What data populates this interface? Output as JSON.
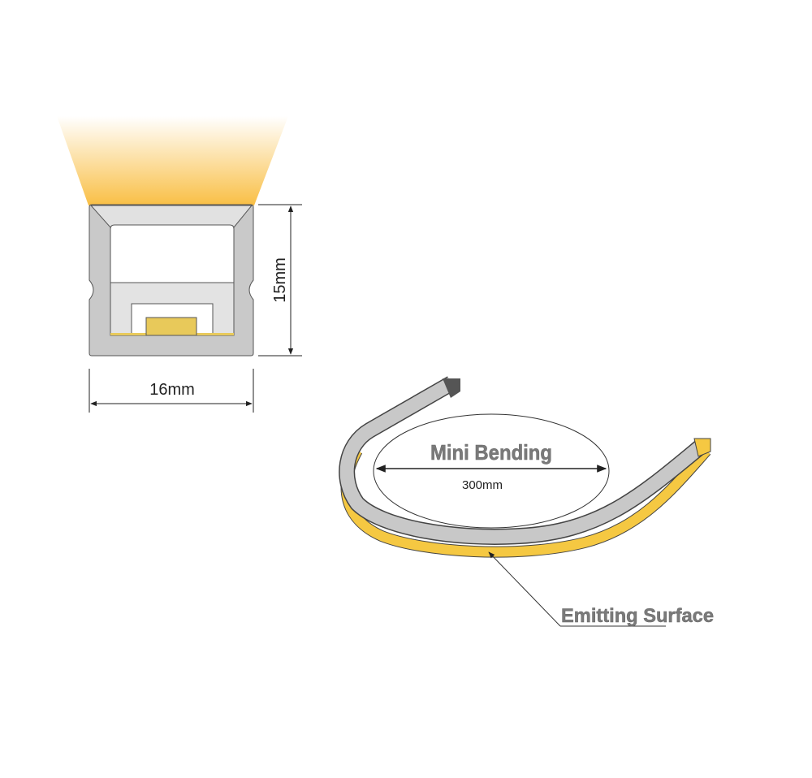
{
  "cross_section": {
    "width_label": "16mm",
    "height_label": "15mm",
    "colors": {
      "light": "#f9bf45",
      "body": "#c9c9c9",
      "led": "#e8c95a"
    }
  },
  "bending": {
    "title": "Mini Bending",
    "diameter_label": "300mm",
    "emitting_label": "Emitting Surface",
    "colors": {
      "strip": "#c8c8c8",
      "emitting": "#f5c842",
      "text": "#7a7a7a"
    }
  }
}
